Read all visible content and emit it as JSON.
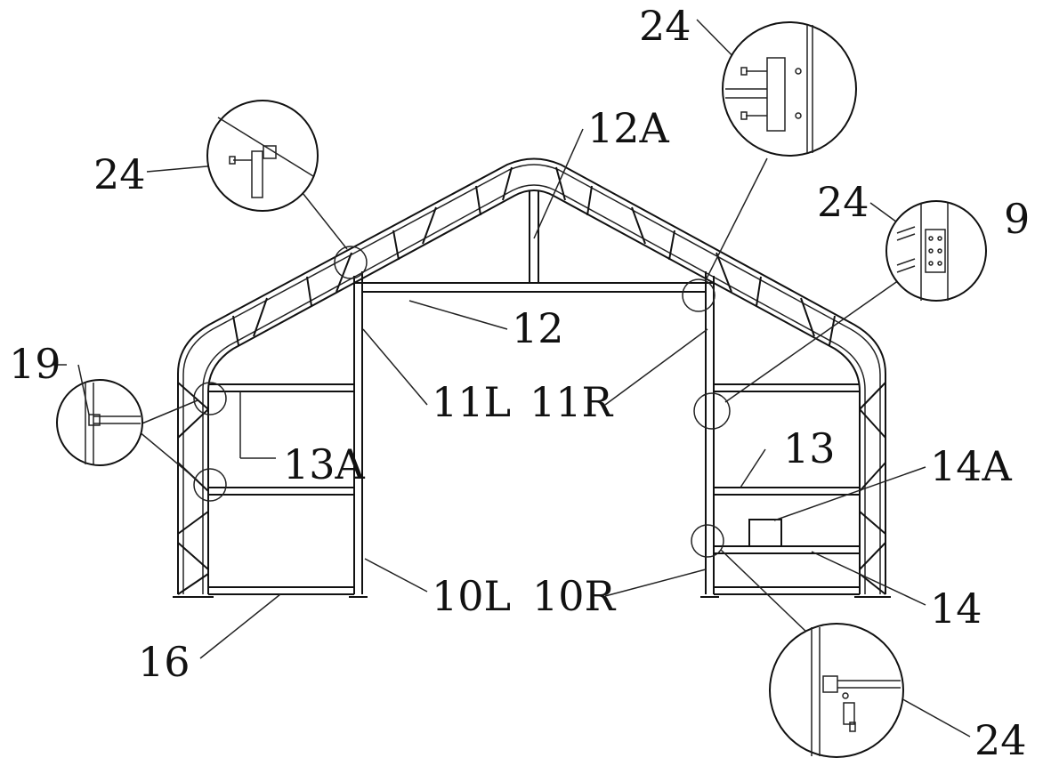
{
  "labels": {
    "l24_top": "24",
    "l12A": "12A",
    "l24_left": "24",
    "l24_right": "24",
    "l9": "9",
    "l12": "12",
    "l19": "19",
    "l11L": "11L",
    "l11R": "11R",
    "l13A": "13A",
    "l13": "13",
    "l14A": "14A",
    "l10L": "10L",
    "l10R": "10R",
    "l14": "14",
    "l16": "16",
    "l24_bottom": "24"
  }
}
